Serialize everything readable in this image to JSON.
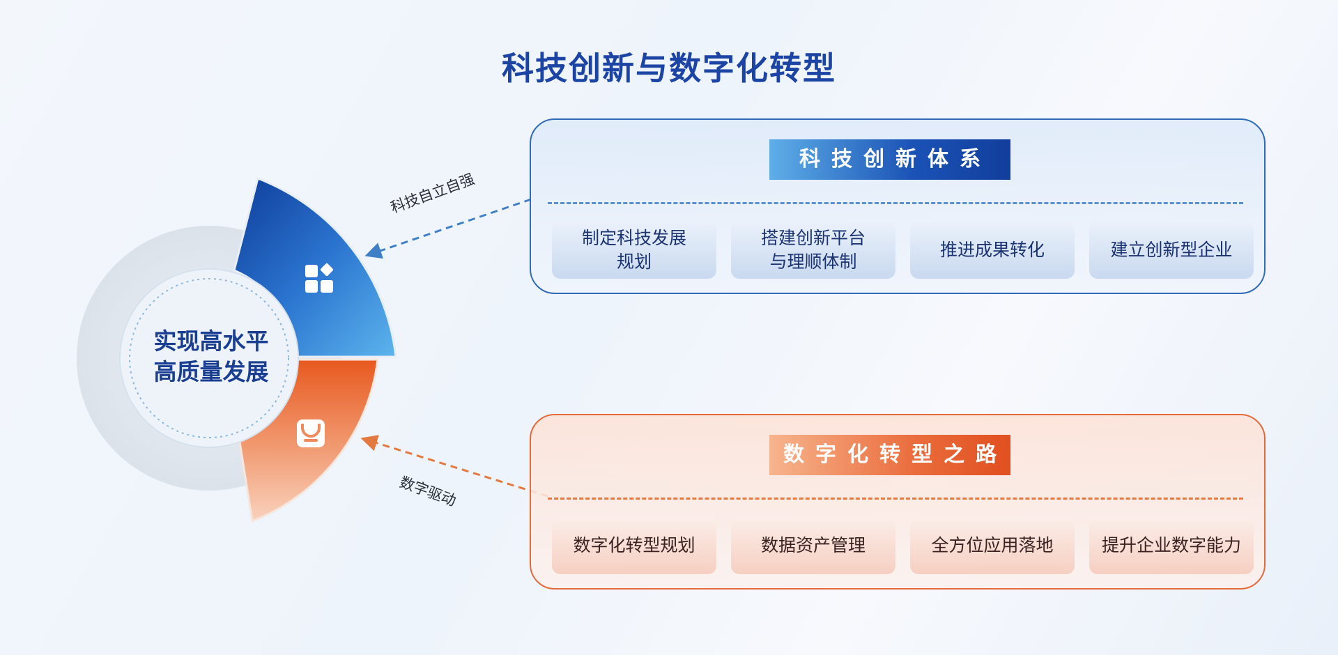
{
  "title": "科技创新与数字化转型",
  "center": {
    "lines": [
      "实现高水平",
      "高质量发展"
    ]
  },
  "arrows": {
    "top_label": "科技自立自强",
    "bottom_label": "数字驱动"
  },
  "tech_panel": {
    "heading": "科技创新体系",
    "items": [
      {
        "lines": [
          "制定科技发展",
          "规划"
        ]
      },
      {
        "lines": [
          "搭建创新平台",
          "与理顺体制"
        ]
      },
      {
        "lines": [
          "推进成果转化"
        ]
      },
      {
        "lines": [
          "建立创新型企业"
        ]
      }
    ]
  },
  "digital_panel": {
    "heading": "数字化转型之路",
    "items": [
      {
        "lines": [
          "数字化转型规划"
        ]
      },
      {
        "lines": [
          "数据资产管理"
        ]
      },
      {
        "lines": [
          "全方位应用落地"
        ]
      },
      {
        "lines": [
          "提升企业数字能力"
        ]
      }
    ]
  },
  "colors": {
    "blue": "#1a52b5",
    "orange": "#ea6d3d",
    "title": "#1b44a4"
  },
  "icons": {
    "top_segment": "apps-grid-icon",
    "bottom_segment": "bag-icon"
  }
}
